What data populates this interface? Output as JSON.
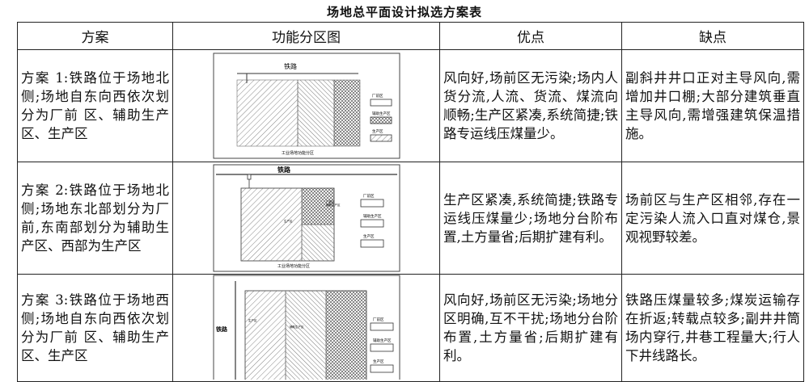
{
  "title": "场地总平面设计拟选方案表",
  "headers": [
    "方案",
    "功能分区图",
    "优点",
    "缺点"
  ],
  "rows": [
    {
      "scheme": "方案 1:铁路位于场地北侧;场地自东向西依次划分为厂前 区、辅助生产区、生产区",
      "pros": "风向好,场前区无污染;场内人货分流,人流、货流、煤流向顺畅;生产区紧凑,系统简捷;铁路专运线压煤量少。",
      "cons": "副斜井井口正对主导风向,需增加井口棚;大部分建筑垂直主导风向,需增强建筑保温措施。",
      "fig": {
        "top_label": "铁路",
        "legend": [
          "厂前区",
          "辅助生产区",
          "生产区"
        ],
        "caption": "工业场地功能分区"
      }
    },
    {
      "scheme": "方案 2:铁路位于场地北侧;场地东北部划分为厂前,东南部划分为辅助生产区、西部为生产区",
      "pros": "生产区紧凑,系统简捷;铁路专运线压煤量少;场地分台阶布置,土方量省;后期扩建有利。",
      "cons": "场前区与生产区相邻,存在一定污染人流入口直对煤仓,景观视野较差。",
      "fig": {
        "top_label": "铁路",
        "legend": [
          "厂前区",
          "辅助生产区",
          "生产区"
        ],
        "inner_labels": [
          "厂前区",
          "辅助生产区",
          "生产区"
        ],
        "caption": "工业场地功能分区"
      }
    },
    {
      "scheme": "方案 3:铁路位于场地西侧;场地自东向西依次划分为厂前 区、辅助生产区、生产区",
      "pros": "风向好,场前区无污染;场地分区明确,互不干扰;场地分台阶布置,土方量省;后期扩建有利。",
      "cons": "铁路压煤量较多;煤炭运输存在折返;转载点较多;副井井筒场内穿行,井巷工程量大;行人下井线路长。",
      "fig": {
        "side_label": "铁路",
        "legend": [
          "厂前区",
          "辅助生产区",
          "生产区"
        ],
        "inner_labels": [
          "生产区",
          "辅助生产区"
        ]
      }
    }
  ]
}
